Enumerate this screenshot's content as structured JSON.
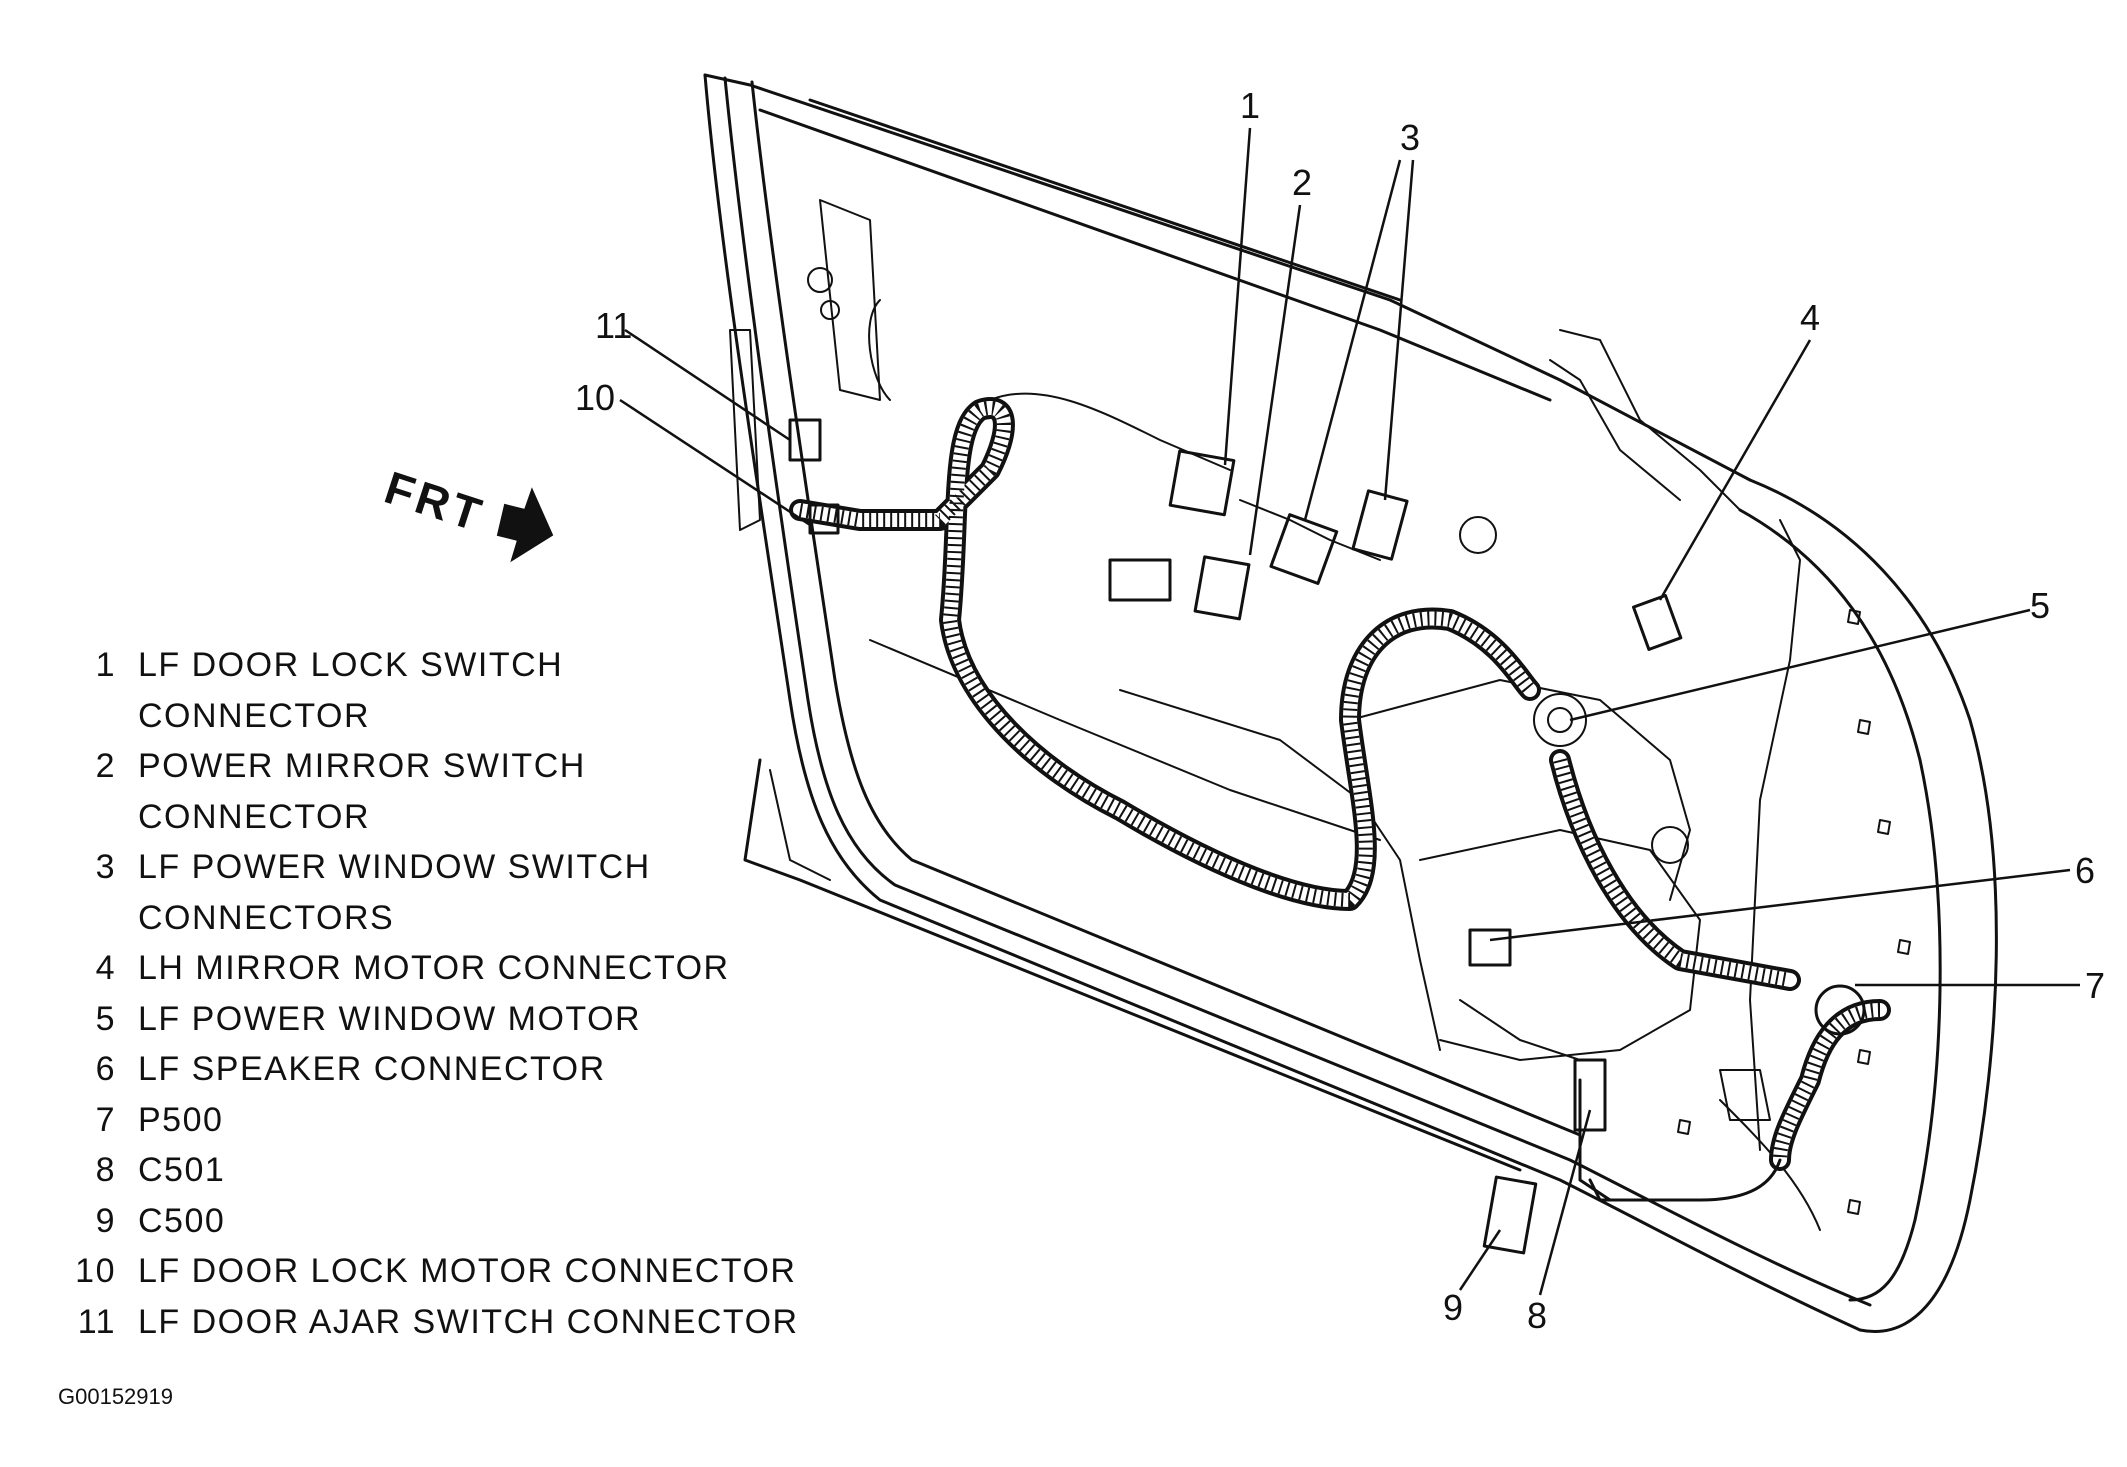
{
  "orientation": {
    "label": "FRT"
  },
  "callouts": [
    "1",
    "2",
    "3",
    "4",
    "5",
    "6",
    "7",
    "8",
    "9",
    "10",
    "11"
  ],
  "legend": [
    {
      "num": "1",
      "lines": [
        "LF DOOR LOCK SWITCH",
        "CONNECTOR"
      ]
    },
    {
      "num": "2",
      "lines": [
        "POWER MIRROR SWITCH",
        "CONNECTOR"
      ]
    },
    {
      "num": "3",
      "lines": [
        "LF POWER WINDOW SWITCH",
        "CONNECTORS"
      ]
    },
    {
      "num": "4",
      "lines": [
        "LH MIRROR MOTOR CONNECTOR"
      ]
    },
    {
      "num": "5",
      "lines": [
        "LF POWER WINDOW MOTOR"
      ]
    },
    {
      "num": "6",
      "lines": [
        "LF SPEAKER CONNECTOR"
      ]
    },
    {
      "num": "7",
      "lines": [
        "P500"
      ]
    },
    {
      "num": "8",
      "lines": [
        "C501"
      ]
    },
    {
      "num": "9",
      "lines": [
        "C500"
      ]
    },
    {
      "num": "10",
      "lines": [
        "LF DOOR LOCK MOTOR CONNECTOR"
      ]
    },
    {
      "num": "11",
      "lines": [
        "LF DOOR AJAR SWITCH CONNECTOR"
      ]
    }
  ],
  "figure_id": "G00152919"
}
